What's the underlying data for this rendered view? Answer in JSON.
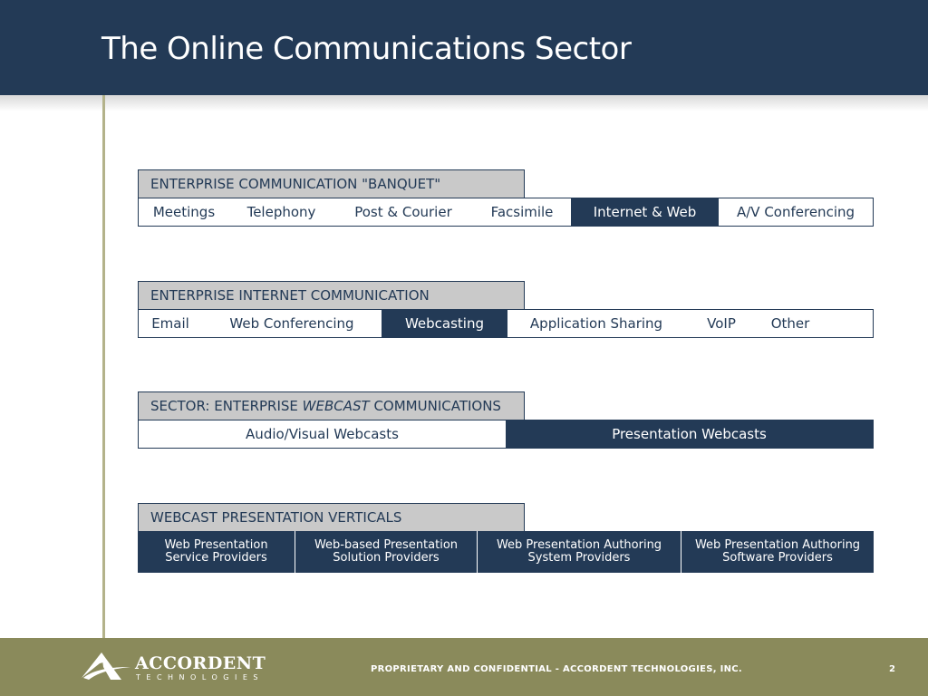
{
  "title": "The Online Communications Sector",
  "sections": [
    {
      "label": "ENTERPRISE COMMUNICATION \"BANQUET\"",
      "items": [
        "Meetings",
        "Telephony",
        "Post & Courier",
        "Facsimile",
        "Internet & Web",
        "A/V Conferencing"
      ],
      "highlighted": "Internet & Web"
    },
    {
      "label": "ENTERPRISE INTERNET COMMUNICATION",
      "items": [
        "Email",
        "Web Conferencing",
        "Webcasting",
        "Application Sharing",
        "VoIP",
        "Other"
      ],
      "highlighted": "Webcasting"
    },
    {
      "label_prefix": "SECTOR: ENTERPRISE ",
      "label_emphasis": "WEBCAST",
      "label_suffix": " COMMUNICATIONS",
      "items": [
        "Audio/Visual Webcasts",
        "Presentation Webcasts"
      ],
      "highlighted": "Presentation Webcasts"
    },
    {
      "label": "WEBCAST PRESENTATION VERTICALS",
      "verticals": [
        {
          "line1": "Web Presentation",
          "line2": "Service Providers"
        },
        {
          "line1": "Web-based Presentation",
          "line2": "Solution Providers"
        },
        {
          "line1": "Web Presentation Authoring",
          "line2": "System Providers"
        },
        {
          "line1": "Web Presentation Authoring",
          "line2": "Software Providers"
        }
      ]
    }
  ],
  "footer": {
    "logo_name": "ACCORDENT",
    "logo_sub": "TECHNOLOGIES",
    "confidential": "PROPRIETARY AND CONFIDENTIAL - ACCORDENT TECHNOLOGIES, INC.",
    "page_number": "2"
  },
  "colors": {
    "navy": "#233a56",
    "label_gray": "#c9c9c9",
    "footer_olive": "#8a8a5b",
    "accent_line": "#b3b28a"
  }
}
